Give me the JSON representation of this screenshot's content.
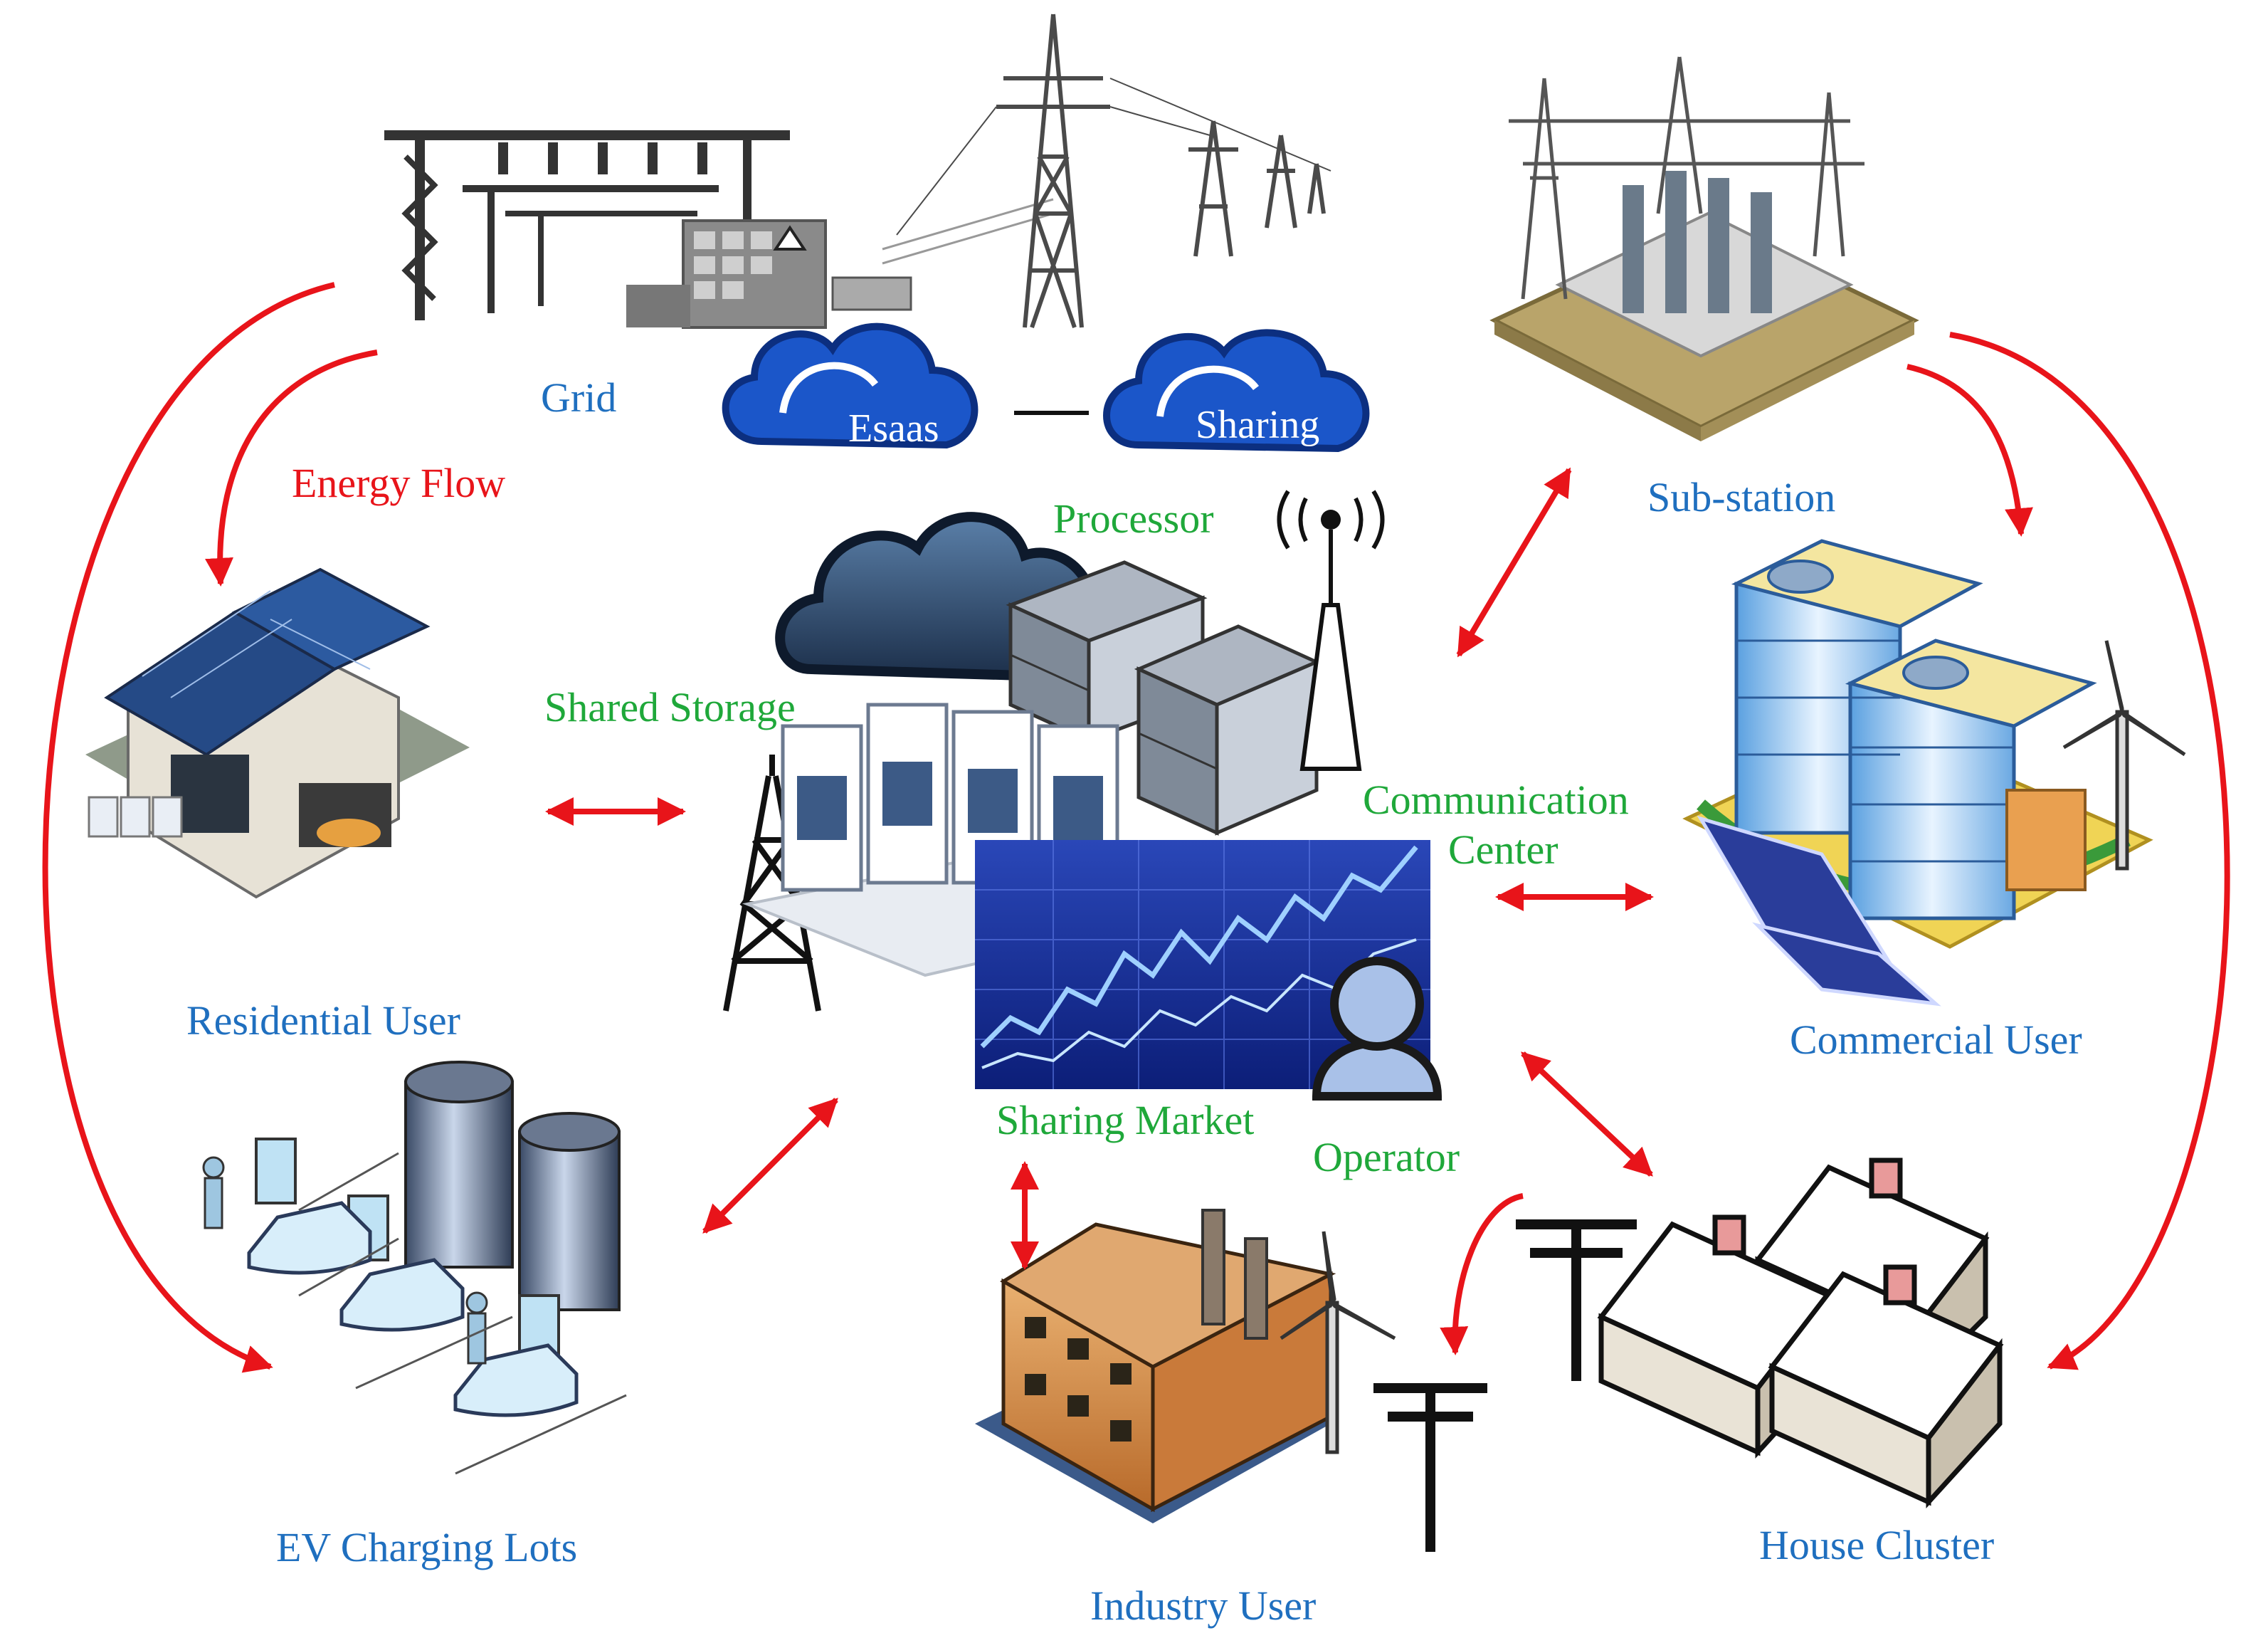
{
  "colors": {
    "label_blue": "#1f6fbf",
    "label_green": "#1fa83a",
    "arrow_red": "#e8141a",
    "cloud_blue": "#1b56c9"
  },
  "icons": [
    "grid-substation-icon",
    "transmission-tower-icon",
    "cloud-icon",
    "substation-icon",
    "house-solar-icon",
    "server-rack-icon",
    "antenna-icon",
    "storage-cabinet-icon",
    "radio-tower-icon",
    "market-chart-icon",
    "operator-icon",
    "office-building-icon",
    "wind-turbine-icon",
    "solar-panel-icon",
    "ev-charger-icon",
    "battery-icon",
    "factory-icon",
    "utility-pole-icon",
    "house-icon"
  ],
  "labels": {
    "grid": "Grid",
    "esaas": "Esaas",
    "sharing": "Sharing",
    "energy_flow": "Energy Flow",
    "processor": "Processor",
    "substation": "Sub-station",
    "shared_storage": "Shared Storage",
    "communication_center_line1": "Communication",
    "communication_center_line2": "Center",
    "residential_user": "Residential User",
    "commercial_user": "Commercial User",
    "sharing_market": "Sharing Market",
    "operator": "Operator",
    "ev_charging_lots": "EV Charging Lots",
    "industry_user": "Industry User",
    "house_cluster": "House Cluster"
  }
}
